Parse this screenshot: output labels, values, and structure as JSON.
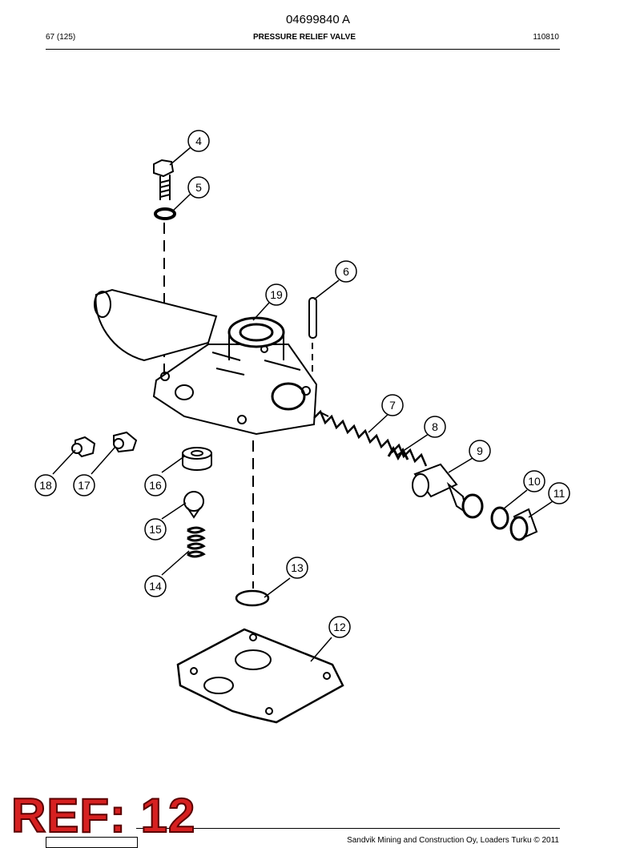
{
  "header": {
    "doc_number": "04699840 A",
    "page_info": "67 (125)",
    "title": "PRESSURE RELIEF VALVE",
    "date_code": "110810"
  },
  "diagram": {
    "callouts": [
      "4",
      "5",
      "6",
      "19",
      "7",
      "8",
      "9",
      "10",
      "11",
      "18",
      "17",
      "16",
      "15",
      "14",
      "13",
      "12"
    ]
  },
  "stamp": {
    "text": "REF: 12"
  },
  "footer": {
    "copyright": "Sandvik Mining and Construction Oy, Loaders Turku © 2011"
  }
}
